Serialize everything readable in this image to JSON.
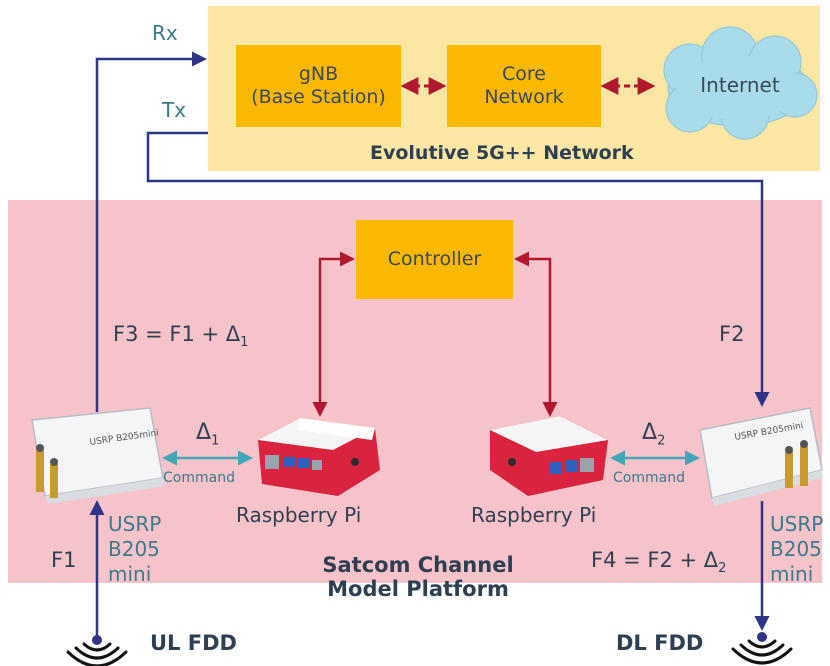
{
  "network": {
    "title": "Evolutive 5G++ Network",
    "gnb_line1": "gNB",
    "gnb_line2": "(Base Station)",
    "core_line1": "Core",
    "core_line2": "Network",
    "internet": "Internet",
    "rx": "Rx",
    "tx": "Tx"
  },
  "platform": {
    "title_line1": "Satcom Channel",
    "title_line2": "Model Platform",
    "controller": "Controller",
    "f3_prefix": "F3 = F1 + Δ",
    "f3_sub": "1",
    "f2": "F2",
    "f1": "F1",
    "f4_prefix": "F4 = F2 + Δ",
    "f4_sub": "2",
    "delta_left": "Δ",
    "delta_left_sub": "1",
    "delta_right": "Δ",
    "delta_right_sub": "2",
    "command_left": "Command",
    "command_right": "Command",
    "rpi_left": "Raspberry Pi",
    "rpi_right": "Raspberry Pi",
    "usrp_left": [
      "USRP",
      "B205",
      "mini"
    ],
    "usrp_right": [
      "USRP",
      "B205",
      "mini"
    ],
    "ul": "UL FDD",
    "dl": "DL FDD"
  },
  "colors": {
    "network_bg": "#fce6a3",
    "platform_bg": "#f7c3ca",
    "box": "#fbb800",
    "internet": "#a9dcea",
    "navy_arrow": "#2e3586",
    "red_arrow": "#b0182d",
    "teal_arrow": "#41a6b8"
  }
}
